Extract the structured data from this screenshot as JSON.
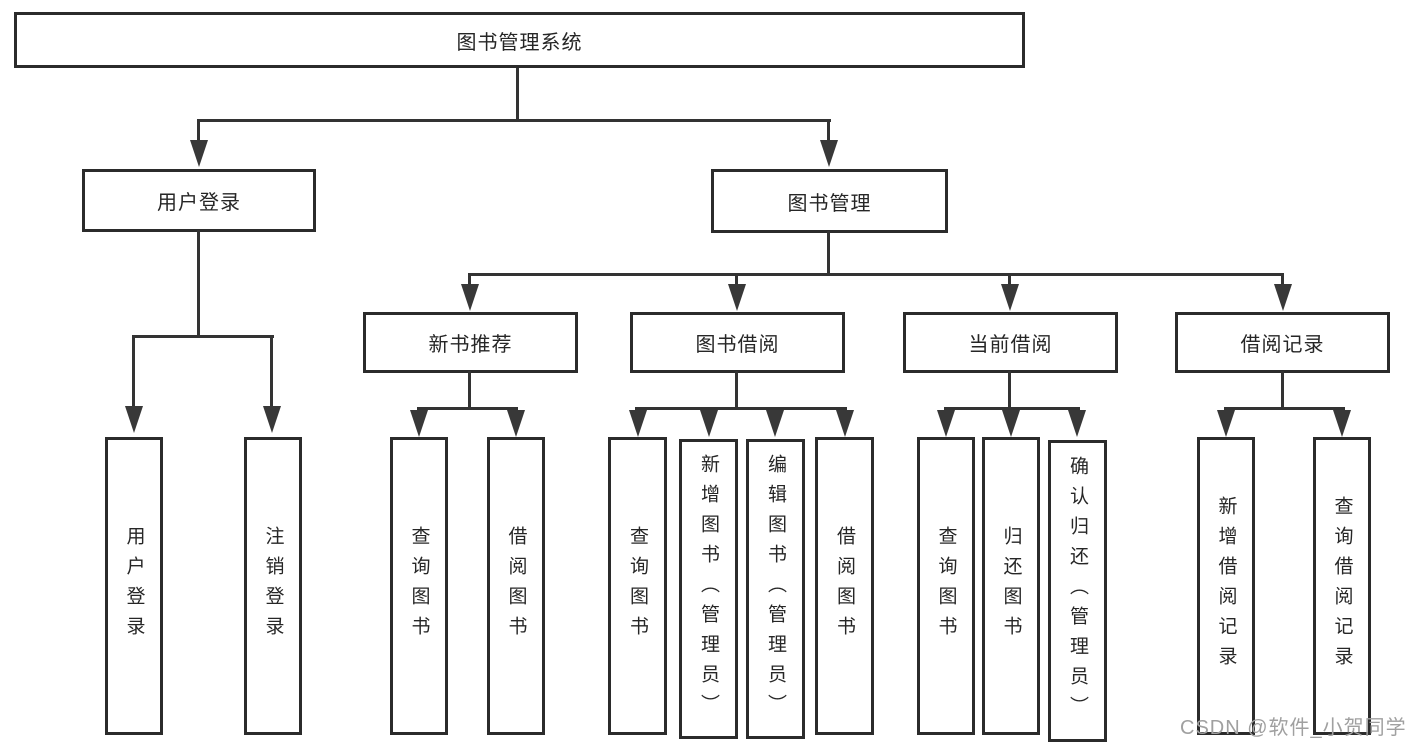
{
  "root": {
    "label": "图书管理系统"
  },
  "level2": [
    {
      "label": "用户登录"
    },
    {
      "label": "图书管理"
    }
  ],
  "level3": [
    {
      "label": "新书推荐"
    },
    {
      "label": "图书借阅"
    },
    {
      "label": "当前借阅"
    },
    {
      "label": "借阅记录"
    }
  ],
  "leaves": {
    "login": [
      {
        "label": "用户登录"
      },
      {
        "label": "注销登录"
      }
    ],
    "recommend": [
      {
        "label": "查询图书"
      },
      {
        "label": "借阅图书"
      }
    ],
    "borrow": [
      {
        "label": "查询图书"
      },
      {
        "label": "新增图书（管理员）"
      },
      {
        "label": "编辑图书（管理员）"
      },
      {
        "label": "借阅图书"
      }
    ],
    "current": [
      {
        "label": "查询图书"
      },
      {
        "label": "归还图书"
      },
      {
        "label": "确认归还（管理员）"
      }
    ],
    "records": [
      {
        "label": "新增借阅记录"
      },
      {
        "label": "查询借阅记录"
      }
    ]
  },
  "watermark": {
    "text": "CSDN @软件_小贺同学"
  },
  "colors": {
    "line": "#333333",
    "box_border": "#2b2b2b",
    "text": "#262626",
    "watermark": "#a0a0a0",
    "background": "#ffffff"
  }
}
